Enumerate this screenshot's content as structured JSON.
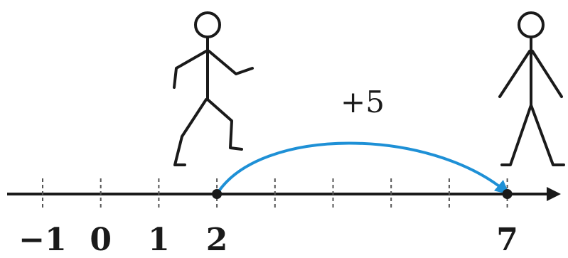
{
  "number_line": {
    "ticks": [
      -1,
      0,
      1,
      2,
      3,
      4,
      5,
      6,
      7
    ],
    "labels": [
      {
        "value": -1,
        "text": "−1"
      },
      {
        "value": 0,
        "text": "0"
      },
      {
        "value": 1,
        "text": "1"
      },
      {
        "value": 2,
        "text": "2"
      },
      {
        "value": 7,
        "text": "7"
      }
    ],
    "marked_points": [
      2,
      7
    ]
  },
  "jump": {
    "from": 2,
    "to": 7,
    "label": "+5"
  },
  "figures": [
    {
      "position": 2,
      "pose": "walking"
    },
    {
      "position": 7,
      "pose": "standing"
    }
  ],
  "colors": {
    "axis": "#1a1a1a",
    "arc": "#1e90d6",
    "tick": "#555555"
  }
}
